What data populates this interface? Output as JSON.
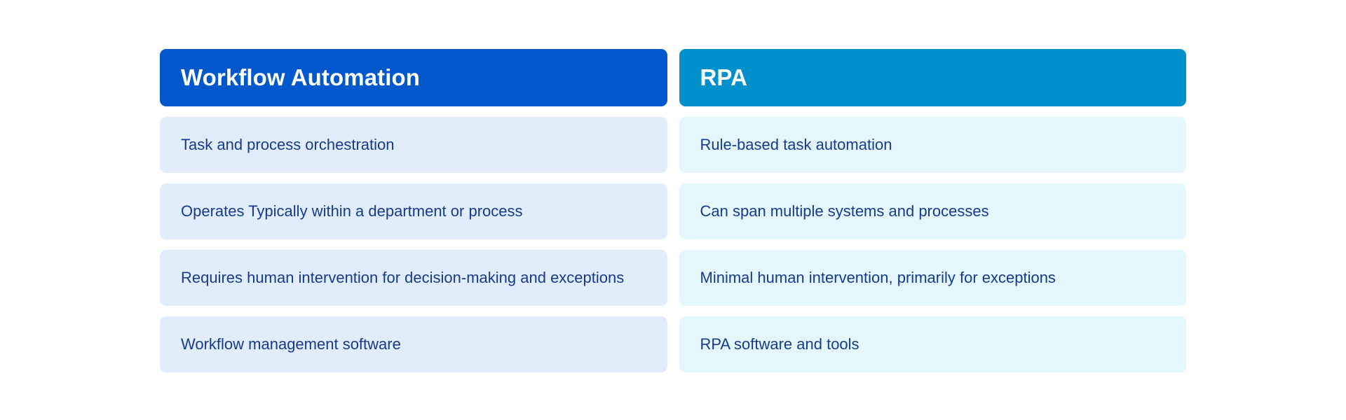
{
  "page": {
    "background": "#ffffff",
    "text_color": "#173a8f"
  },
  "comparison": {
    "columns": [
      {
        "key": "workflow-automation",
        "header": "Workflow Automation",
        "header_color": "#0058cc",
        "cell_color": "#e2edfb",
        "rows": [
          "Task and process orchestration",
          "Operates Typically within a department or process",
          "Requires human intervention for decision-making and exceptions",
          "Workflow management software"
        ]
      },
      {
        "key": "rpa",
        "header": "RPA",
        "header_color": "#0090cc",
        "cell_color": "#e4f7fd",
        "rows": [
          "Rule-based task automation",
          "Can span multiple systems and processes",
          "Minimal human intervention, primarily for exceptions",
          "RPA software and tools"
        ]
      }
    ]
  }
}
